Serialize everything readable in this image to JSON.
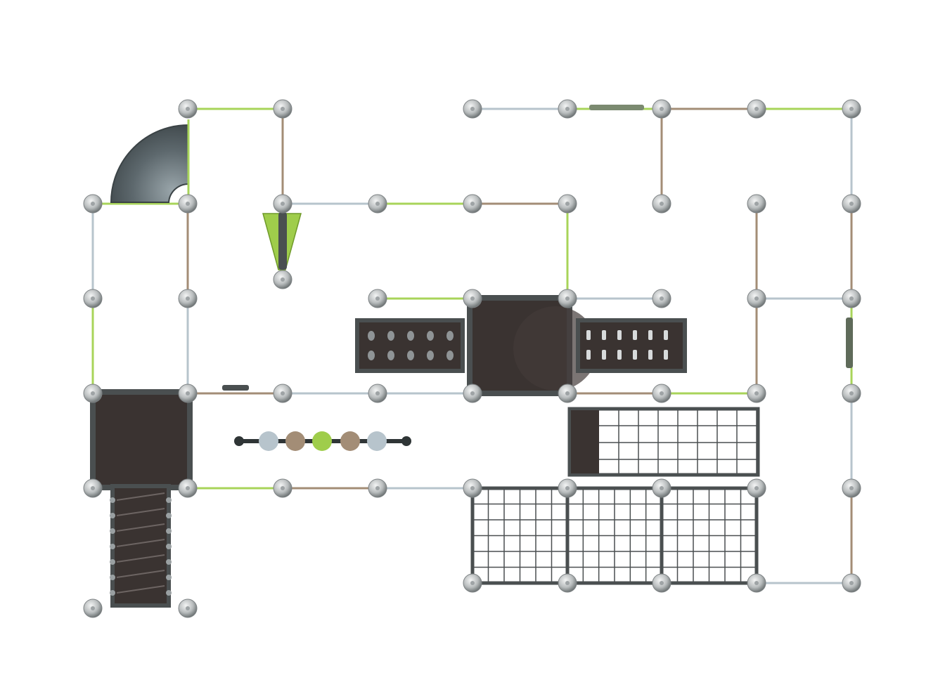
{
  "colors": {
    "background": "#ffffff",
    "post": "#c9cccd",
    "post_edge": "#7d8284",
    "beam_green": "#a8d45a",
    "beam_grey": "#b7c4cc",
    "beam_brown": "#a38d76",
    "deck": "#3a3331",
    "frame": "#4a4f50",
    "slide": "#5e6a6f",
    "accent_green": "#9fcd4b"
  },
  "legend": {
    "icon": "component-swatch-icon",
    "swatches": [
      "grey",
      "brown",
      "green",
      "brown",
      "grey"
    ]
  }
}
